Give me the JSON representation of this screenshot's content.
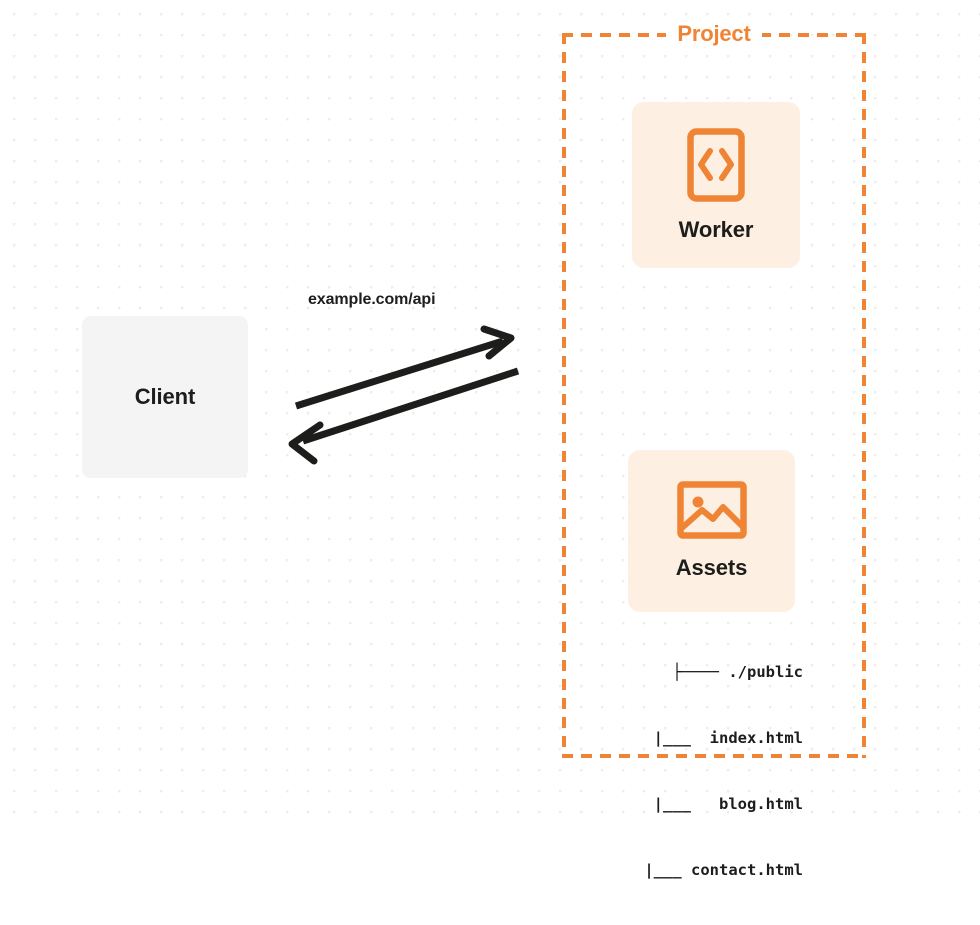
{
  "diagram": {
    "title": "Project",
    "background": "dotted-grid",
    "accent_color": "#ef8434",
    "card_background": "#fdf0e3",
    "client_background": "#f4f4f5",
    "text_color": "#1d1d1b"
  },
  "client": {
    "label": "Client"
  },
  "connection": {
    "label": "example.com/api",
    "request_direction": "client-to-project",
    "response_direction": "project-to-client",
    "stroke_color": "#1d1d1b"
  },
  "project": {
    "title": "Project",
    "cards": [
      {
        "id": "worker",
        "label": "Worker",
        "icon": "code-brackets-icon"
      },
      {
        "id": "assets",
        "label": "Assets",
        "icon": "image-icon"
      }
    ],
    "file_tree": {
      "rows": [
        "├──── ./public",
        "   |___  index.html",
        "   |___   blog.html",
        "   |___ contact.html"
      ]
    }
  }
}
